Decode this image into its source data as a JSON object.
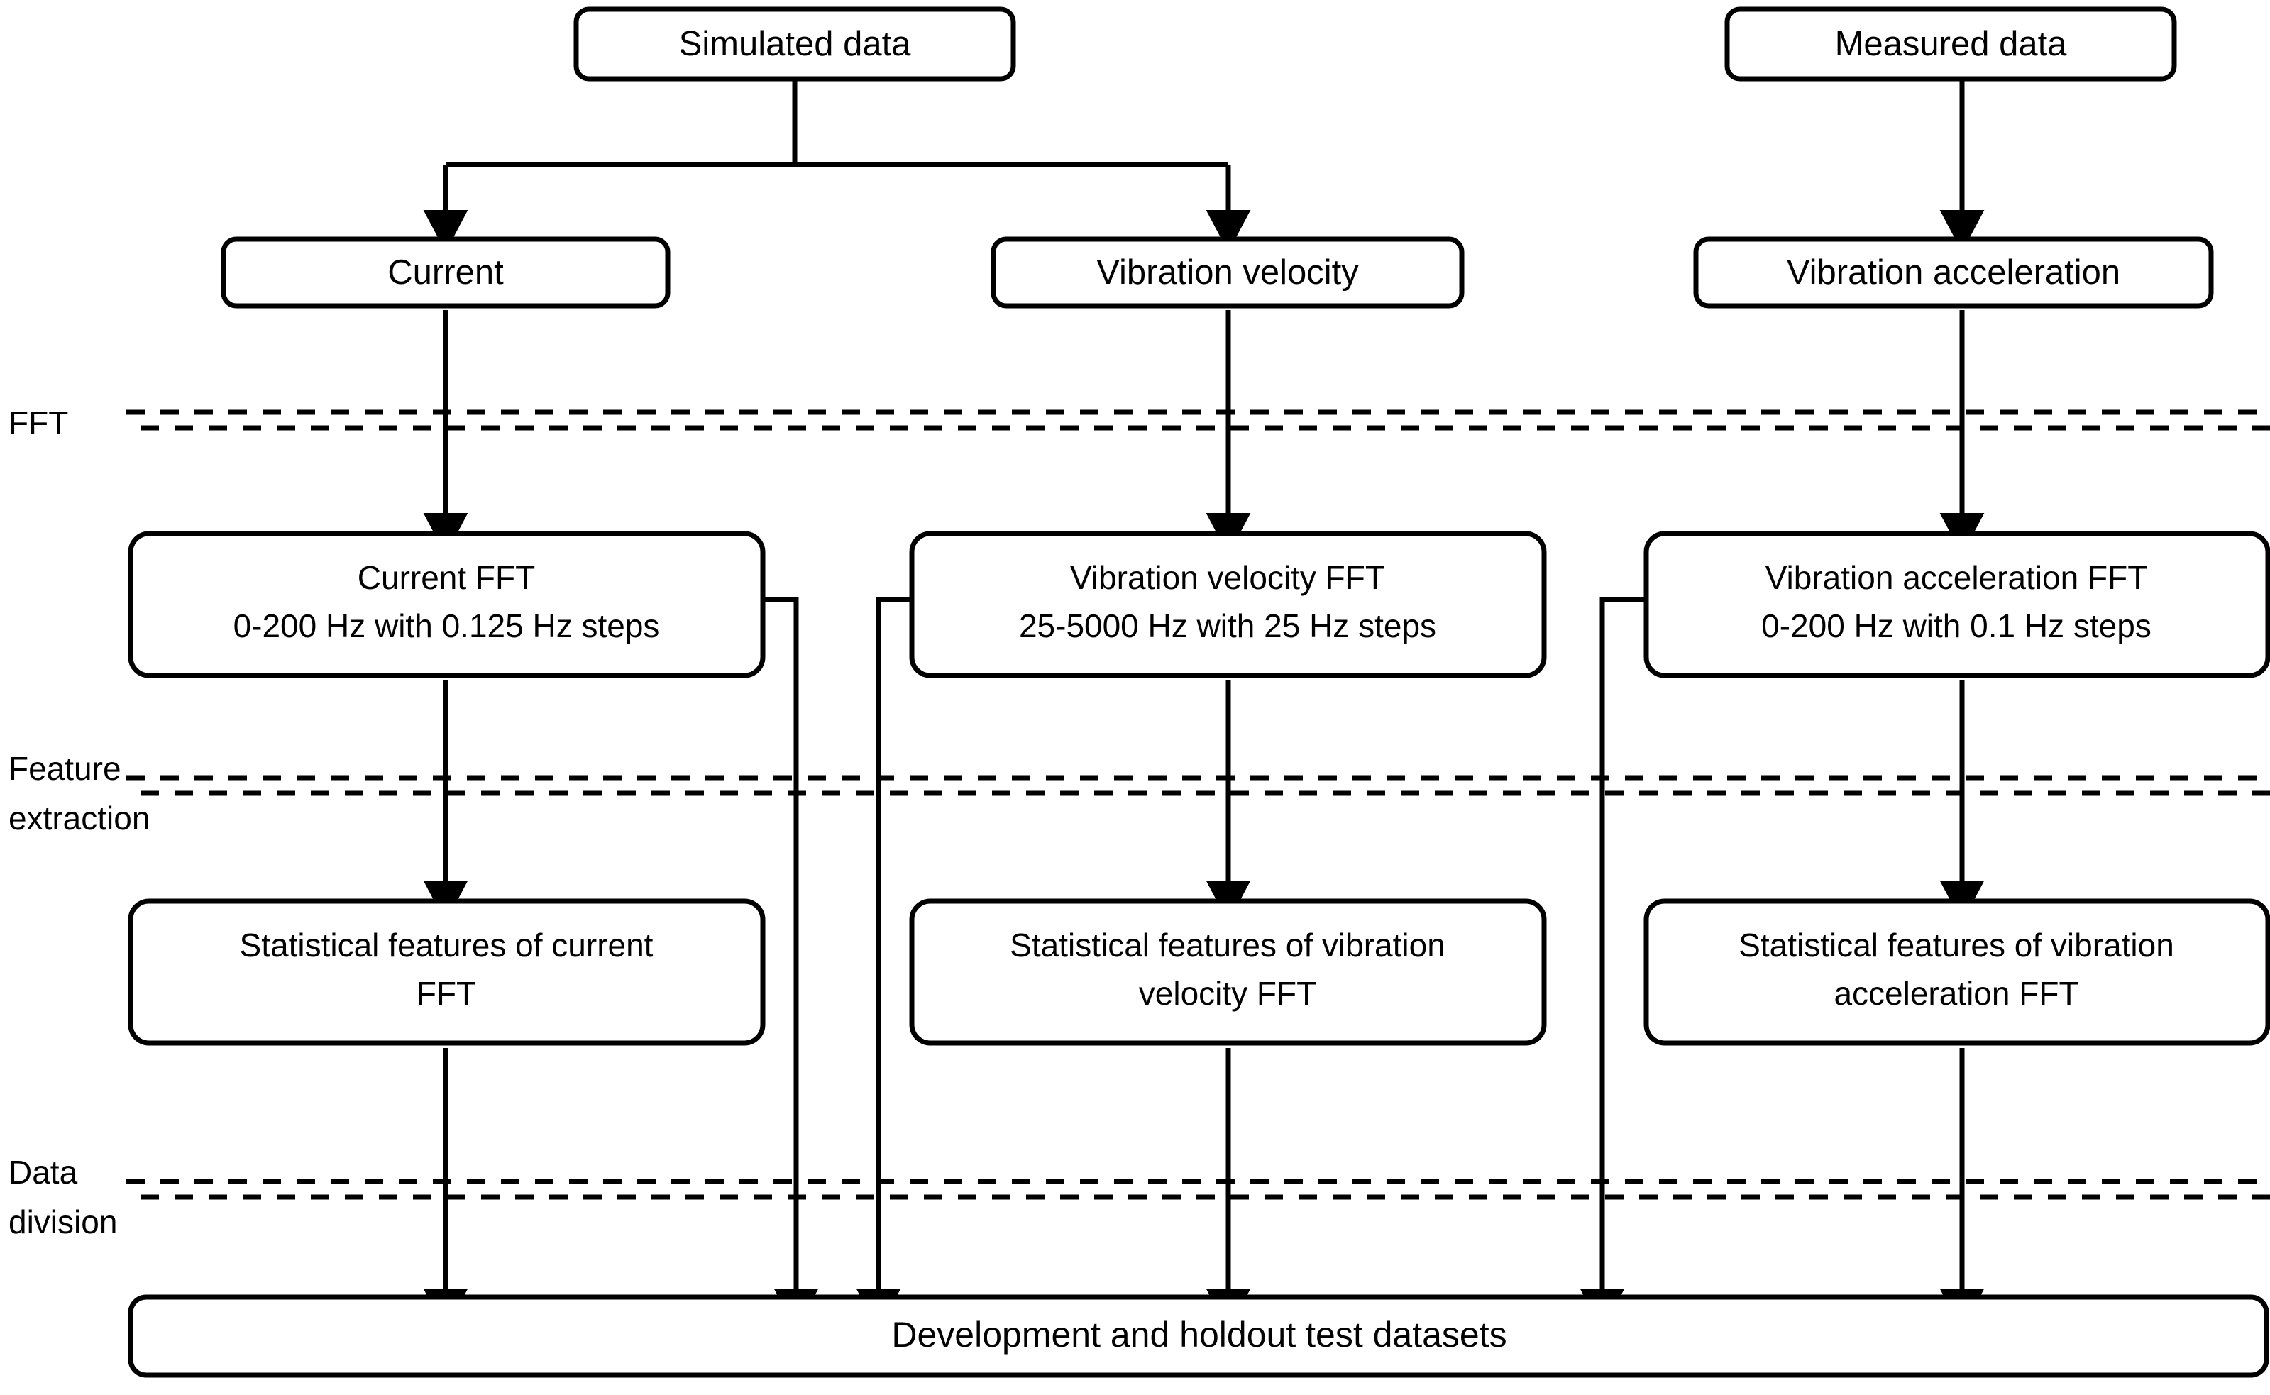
{
  "diagram": {
    "title": "Data processing pipeline flowchart",
    "colors": {
      "line": "#000000",
      "fill": "#ffffff",
      "text": "#000000"
    },
    "sources": [
      {
        "id": "simulated",
        "label": "Simulated data"
      },
      {
        "id": "measured",
        "label": "Measured data"
      }
    ],
    "signals": [
      {
        "id": "current",
        "label": "Current"
      },
      {
        "id": "vib-velocity",
        "label": "Vibration velocity"
      },
      {
        "id": "vib-acceleration",
        "label": "Vibration acceleration"
      }
    ],
    "stage_labels": [
      {
        "id": "fft",
        "lines": [
          "FFT"
        ]
      },
      {
        "id": "feature-extraction",
        "lines": [
          "Feature",
          "extraction"
        ]
      },
      {
        "id": "data-division",
        "lines": [
          "Data",
          "division"
        ]
      }
    ],
    "fft_nodes": [
      {
        "id": "current-fft",
        "line1": "Current FFT",
        "line2": "0-200 Hz with 0.125 Hz steps"
      },
      {
        "id": "vib-velocity-fft",
        "line1": "Vibration velocity FFT",
        "line2": "25-5000 Hz with 25 Hz steps"
      },
      {
        "id": "vib-acceleration-fft",
        "line1": "Vibration acceleration FFT",
        "line2": "0-200 Hz with 0.1 Hz steps"
      }
    ],
    "feature_nodes": [
      {
        "id": "stat-current",
        "line1": "Statistical features of current",
        "line2": "FFT"
      },
      {
        "id": "stat-vib-velocity",
        "line1": "Statistical features of vibration",
        "line2": "velocity FFT"
      },
      {
        "id": "stat-vib-acceleration",
        "line1": "Statistical features of vibration",
        "line2": "acceleration FFT"
      }
    ],
    "output": {
      "id": "datasets",
      "label": "Development and holdout test datasets"
    }
  }
}
